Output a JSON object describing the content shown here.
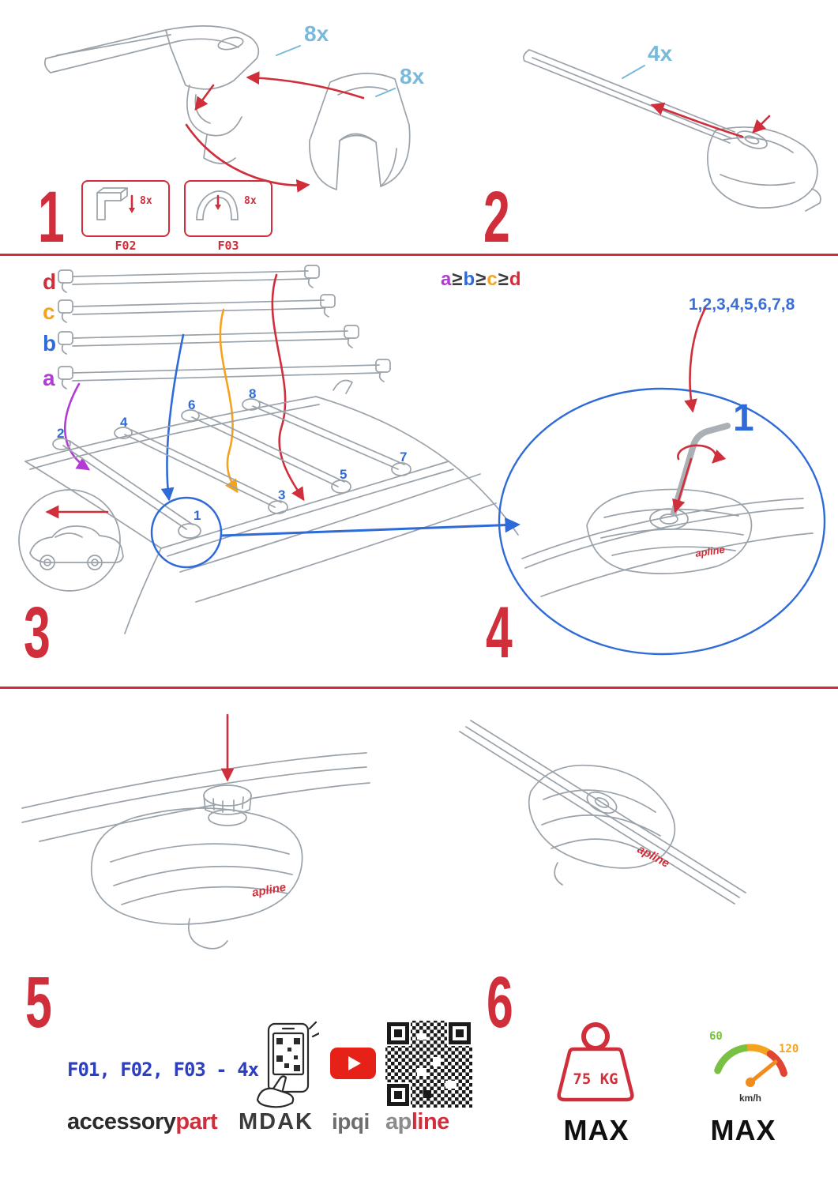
{
  "palette": {
    "red": "#cf2e3a",
    "light_blue": "#79b9da",
    "blue": "#2f6bd8",
    "royal_blue": "#2b3fc0",
    "orange": "#f5a31f",
    "purple": "#b13bd4",
    "green": "#7ac143",
    "line_gray": "#9aa2aa",
    "youtube_red": "#e62117"
  },
  "steps": {
    "s1": {
      "number": "1",
      "qty_a": "8x",
      "qty_b": "8x",
      "boxes": [
        {
          "code": "F02",
          "qty": "8x"
        },
        {
          "code": "F03",
          "qty": "8x"
        }
      ]
    },
    "s2": {
      "number": "2",
      "qty": "4x"
    },
    "s3": {
      "number": "3",
      "bar_letters": [
        "d",
        "c",
        "b",
        "a"
      ],
      "formula": [
        "a",
        "≥",
        "b",
        "≥",
        "c",
        "≥",
        "d"
      ],
      "position_numbers": [
        "1",
        "2",
        "3",
        "4",
        "5",
        "6",
        "7",
        "8"
      ]
    },
    "s4": {
      "number": "4",
      "sequence": "1,2,3,4,5,6,7,8",
      "callout": "1"
    },
    "s5": {
      "number": "5"
    },
    "s6": {
      "number": "6"
    }
  },
  "foot_logo": "apline",
  "footer": {
    "parts_line": "F01, F02, F03 - 4x",
    "brands": {
      "accessorypart_a": "accessory",
      "accessorypart_b": "part",
      "mdak": "MDAK",
      "ipqi": "ipqi",
      "apline_a": "ap",
      "apline_b": "line"
    },
    "weight": {
      "value": "75 KG",
      "max": "MAX"
    },
    "speed": {
      "low": "60",
      "high": "120",
      "unit": "km/h",
      "max": "MAX"
    }
  }
}
